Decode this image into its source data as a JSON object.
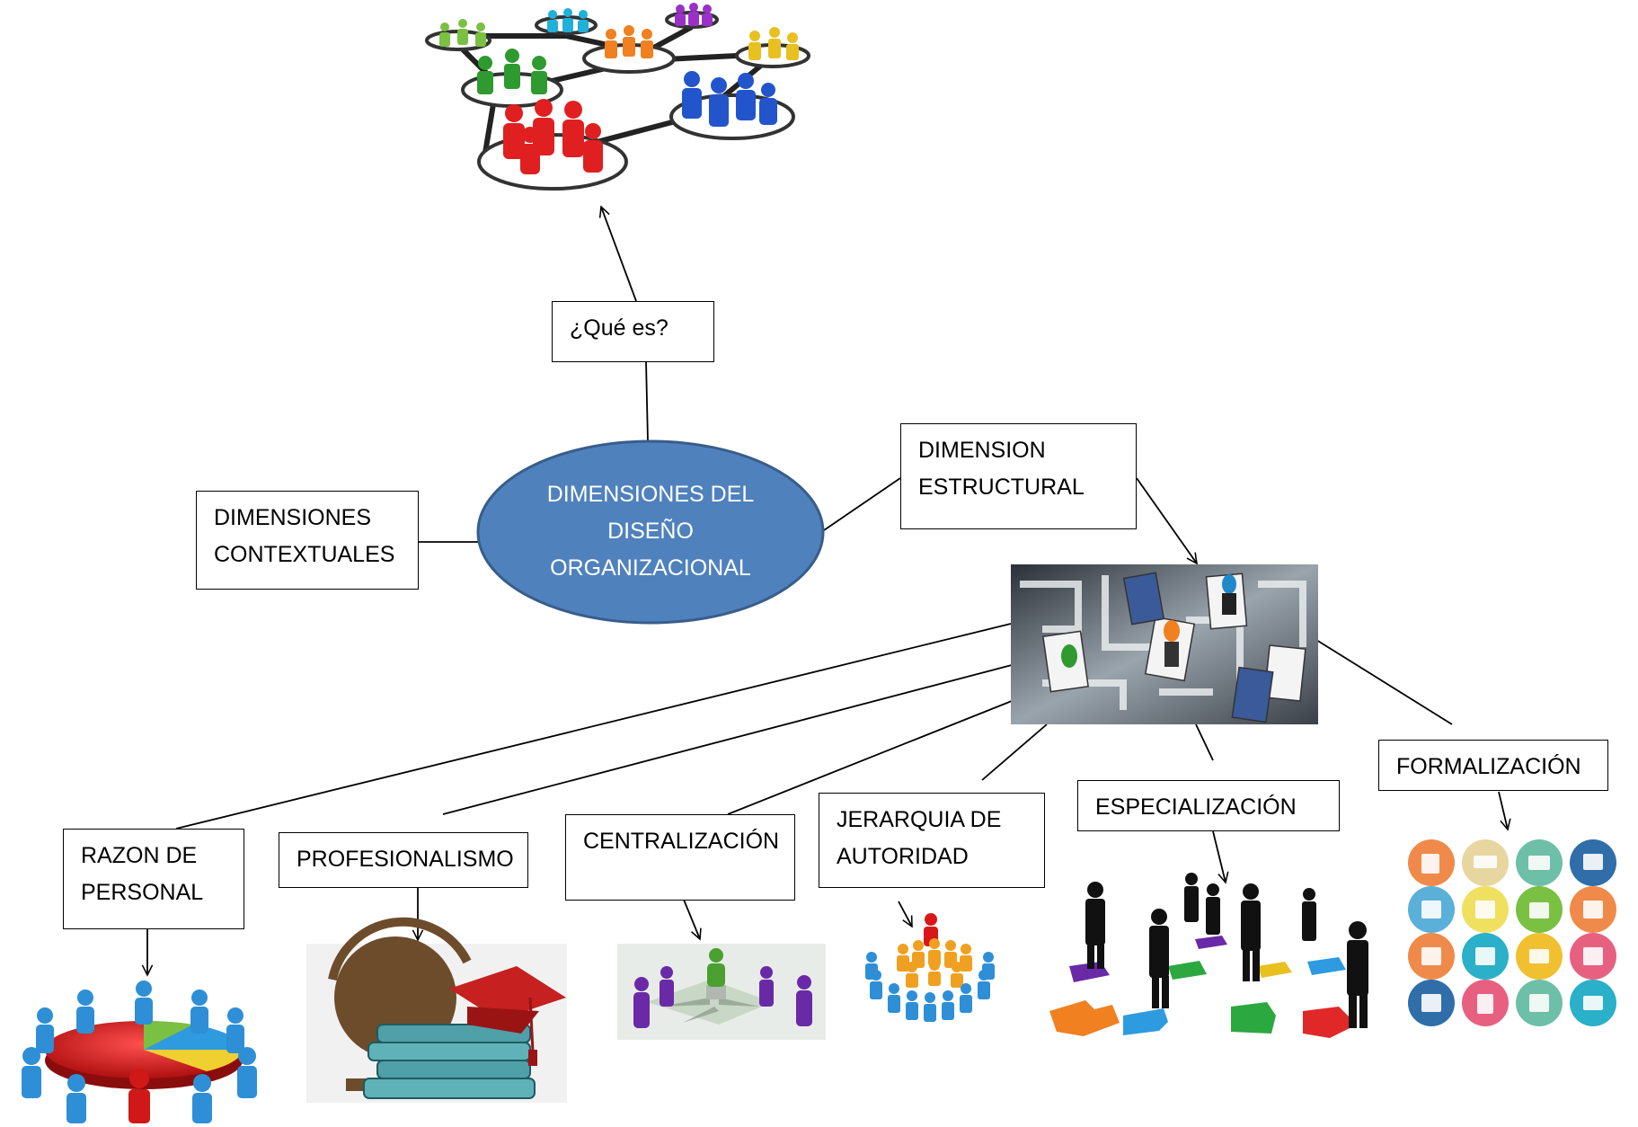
{
  "diagram": {
    "center": {
      "line1": "DIMENSIONES DEL",
      "line2": "DISEÑO",
      "line3": "ORGANIZACIONAL"
    },
    "que_es": "¿Qué es?",
    "contextuales": {
      "line1": "DIMENSIONES",
      "line2": "CONTEXTUALES"
    },
    "estructural": {
      "line1": "DIMENSION",
      "line2": "ESTRUCTURAL"
    },
    "razon": {
      "line1": "RAZON DE",
      "line2": "PERSONAL"
    },
    "profesionalismo": "PROFESIONALISMO",
    "centralizacion": "CENTRALIZACIÓN",
    "jerarquia": {
      "line1": "JERARQUIA DE",
      "line2": "AUTORIDAD"
    },
    "especializacion": "ESPECIALIZACIÓN",
    "formalizacion": "FORMALIZACIÓN"
  },
  "colors": {
    "ellipse_fill": "#4f81bd",
    "ellipse_stroke": "#385d8a",
    "people": [
      "#e02020",
      "#2255cc",
      "#2f9a2f",
      "#f08020",
      "#9a30c8",
      "#20b0d8",
      "#e8c020",
      "#7ac043"
    ]
  },
  "icons": {
    "top": "network-of-people-groups-icon",
    "maze": "maze-with-cards-icon",
    "razon": "people-around-pie-chart-icon",
    "profesionalismo": "globe-books-graduation-cap-icon",
    "centralizacion": "central-figure-icon",
    "jerarquia": "hierarchy-crowd-icon",
    "especializacion": "business-people-on-puzzle-icon",
    "formalizacion": "office-documents-grid-icon"
  }
}
